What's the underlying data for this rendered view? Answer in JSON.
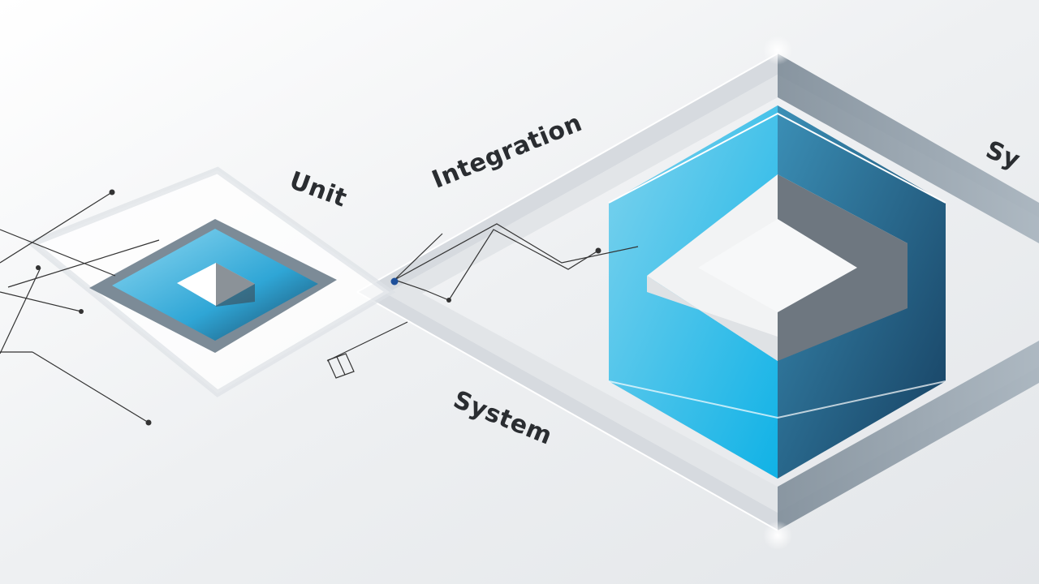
{
  "diagram": {
    "labels": {
      "unit": "Unit",
      "integration": "Integration",
      "system_lower": "System",
      "system_upper": "Sy"
    },
    "colors": {
      "background": "#eef0f2",
      "cyan": "#1fb3e0",
      "steel": "#8b9aa6",
      "dark_blue": "#1d4f73",
      "line": "#333333"
    }
  }
}
